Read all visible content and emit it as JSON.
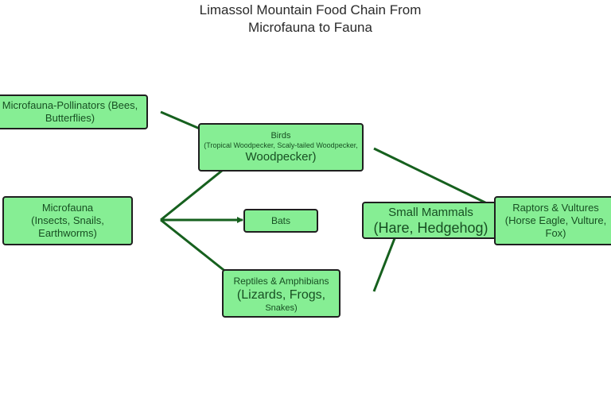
{
  "title": {
    "line1": "Limassol Mountain Food Chain From",
    "line2": "Microfauna to Fauna"
  },
  "nodes": {
    "pollinators": {
      "line1": "Microfauna-Pollinators (Bees,",
      "line2": "Butterflies)"
    },
    "birds": {
      "line1": "Birds",
      "line2": "(Tropical Woodpecker, Scaly-tailed Woodpecker,",
      "line3": "Woodpecker)"
    },
    "microfauna": {
      "line1": "Microfauna",
      "line2": "(Insects, Snails,",
      "line3": "Earthworms)"
    },
    "bats": {
      "line1": "Bats"
    },
    "reptiles": {
      "line1": "Reptiles & Amphibians",
      "line2": "(Lizards, Frogs,",
      "line3": "Snakes)"
    },
    "small_mammals": {
      "line1": "Small Mammals",
      "line2": "(Hare, Hedgehog)"
    },
    "raptors": {
      "line1": "Raptors & Vultures",
      "line2": "(Horse Eagle, Vulture,",
      "line3": "Fox)"
    }
  },
  "colors": {
    "node_fill": "#86ee94",
    "node_border": "#1f1f1f",
    "node_text": "#174f22",
    "arrow": "#16601e"
  }
}
